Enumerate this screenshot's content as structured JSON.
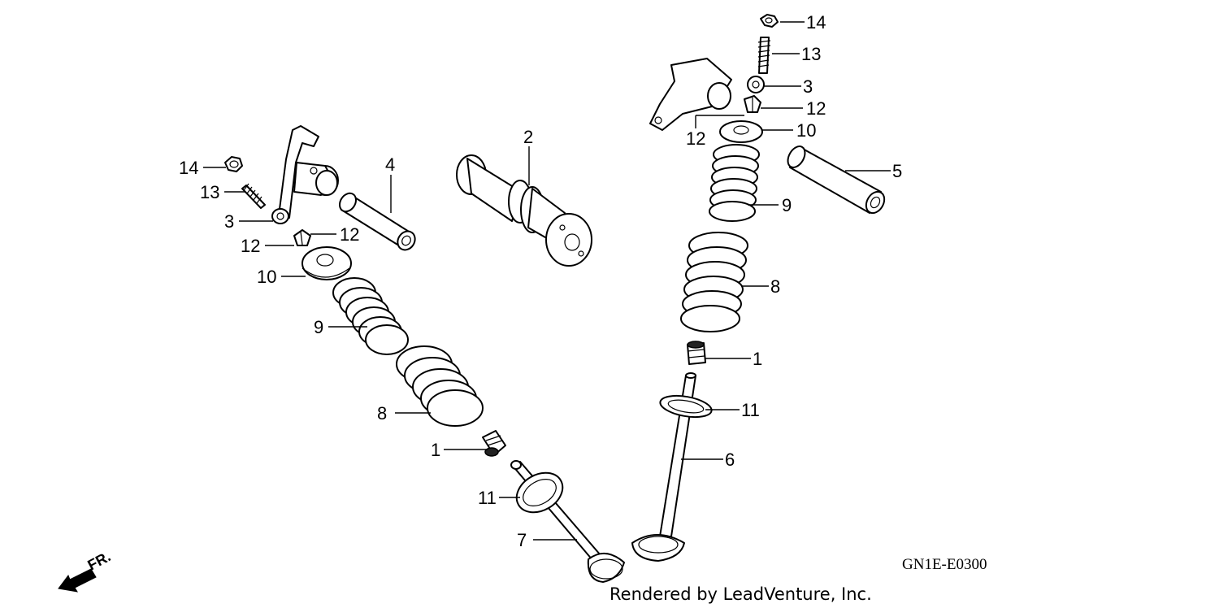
{
  "callouts": [
    {
      "id": "c14a",
      "text": "14"
    },
    {
      "id": "c13a",
      "text": "13"
    },
    {
      "id": "c3a",
      "text": "3"
    },
    {
      "id": "c12a",
      "text": "12"
    },
    {
      "id": "c12b",
      "text": "12"
    },
    {
      "id": "c10a",
      "text": "10"
    },
    {
      "id": "c9a",
      "text": "9"
    },
    {
      "id": "c8a",
      "text": "8"
    },
    {
      "id": "c1a",
      "text": "1"
    },
    {
      "id": "c11a",
      "text": "11"
    },
    {
      "id": "c7",
      "text": "7"
    },
    {
      "id": "c4",
      "text": "4"
    },
    {
      "id": "c2",
      "text": "2"
    },
    {
      "id": "c14b",
      "text": "14"
    },
    {
      "id": "c13b",
      "text": "13"
    },
    {
      "id": "c3b",
      "text": "3"
    },
    {
      "id": "c12c",
      "text": "12"
    },
    {
      "id": "c12d",
      "text": "12"
    },
    {
      "id": "c10b",
      "text": "10"
    },
    {
      "id": "c5",
      "text": "5"
    },
    {
      "id": "c9b",
      "text": "9"
    },
    {
      "id": "c8b",
      "text": "8"
    },
    {
      "id": "c1b",
      "text": "1"
    },
    {
      "id": "c11b",
      "text": "11"
    },
    {
      "id": "c6",
      "text": "6"
    }
  ],
  "front_marker": "FR.",
  "diagram_code": "GN1E-E0300",
  "credit": "Rendered by LeadVenture, Inc."
}
